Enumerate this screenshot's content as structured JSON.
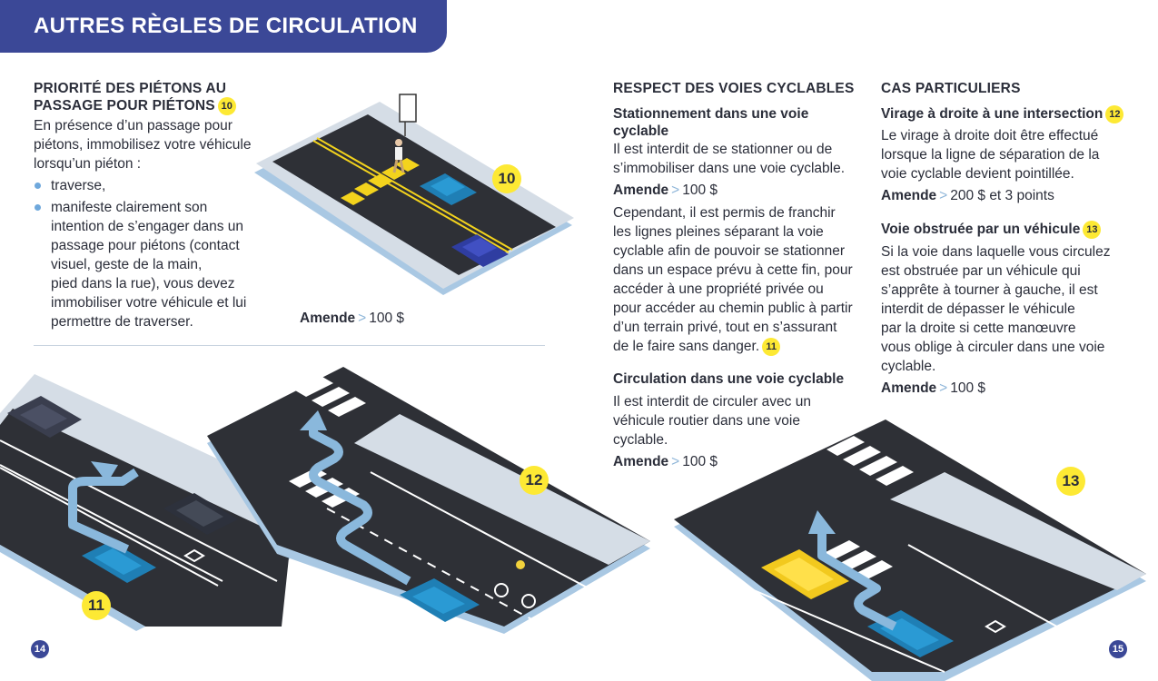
{
  "banner": {
    "title": "AUTRES RÈGLES DE CIRCULATION"
  },
  "left": {
    "section_title_line1": "PRIORITÉ DES PIÉTONS AU",
    "section_title_line2": "PASSAGE POUR PIÉTONS",
    "section_ref": "10",
    "intro_lines": [
      "En présence d’un passage pour",
      "piétons, immobilisez votre véhicule",
      "lorsqu’un piéton :"
    ],
    "bullet1": "traverse,",
    "bullet2_lines": [
      "manifeste clairement son",
      "intention de s’engager dans un",
      "passage pour piétons (contact",
      "visuel, geste de la main,",
      "pied dans la rue), vous devez",
      "immobiliser votre véhicule et lui",
      "permettre de traverser."
    ],
    "fine_label": "Amende",
    "fine_value": "100 $",
    "illustration_ref": "10"
  },
  "middle": {
    "section_title": "RESPECT DES VOIES CYCLABLES",
    "sub1_title_line1": "Stationnement dans une voie",
    "sub1_title_line2": "cyclable",
    "sub1_text_lines": [
      "Il est interdit de se stationner ou de",
      "s’immobiliser dans une voie cyclable."
    ],
    "sub1_fine_label": "Amende",
    "sub1_fine_value": "100 $",
    "sub1_text2_lines": [
      "Cependant, il est permis de franchir",
      "les lignes pleines séparant la voie",
      "cyclable afin de pouvoir se stationner",
      "dans un espace prévu à cette fin, pour",
      "accéder à une propriété privée ou",
      "pour accéder au chemin public à partir",
      "d’un terrain privé,  tout en s’assurant",
      "de le faire sans danger."
    ],
    "sub1_ref": "11",
    "sub2_title": "Circulation dans une voie cyclable",
    "sub2_text_lines": [
      "Il est interdit de circuler avec un",
      "véhicule routier dans une voie",
      "cyclable."
    ],
    "sub2_fine_label": "Amende",
    "sub2_fine_value": "100 $"
  },
  "right": {
    "section_title": "CAS PARTICULIERS",
    "sub1_title": "Virage à droite à une intersection",
    "sub1_ref": "12",
    "sub1_text_lines": [
      "Le virage à droite doit être effectué",
      "lorsque la ligne de séparation de la",
      "voie cyclable devient pointillée."
    ],
    "sub1_fine_label": "Amende",
    "sub1_fine_value": "200 $ et 3 points",
    "sub2_title": "Voie obstruée par un véhicule",
    "sub2_ref": "13",
    "sub2_text_lines": [
      "Si la voie dans laquelle vous circulez",
      "est obstruée par un véhicule qui",
      "s’apprête à tourner à gauche, il est",
      "interdit de dépasser le véhicule",
      "par la droite si cette manœuvre",
      "vous oblige à circuler dans une voie",
      "cyclable."
    ],
    "sub2_fine_label": "Amende",
    "sub2_fine_value": "100 $"
  },
  "illustrations": {
    "ref11": "11",
    "ref12": "12",
    "ref13": "13"
  },
  "page_numbers": {
    "left": "14",
    "right": "15"
  },
  "colors": {
    "banner": "#3b4897",
    "badge": "#fde934",
    "road": "#2e3036",
    "sidewalk": "#d5dde6",
    "route_arrow": "#8ab8dc"
  }
}
